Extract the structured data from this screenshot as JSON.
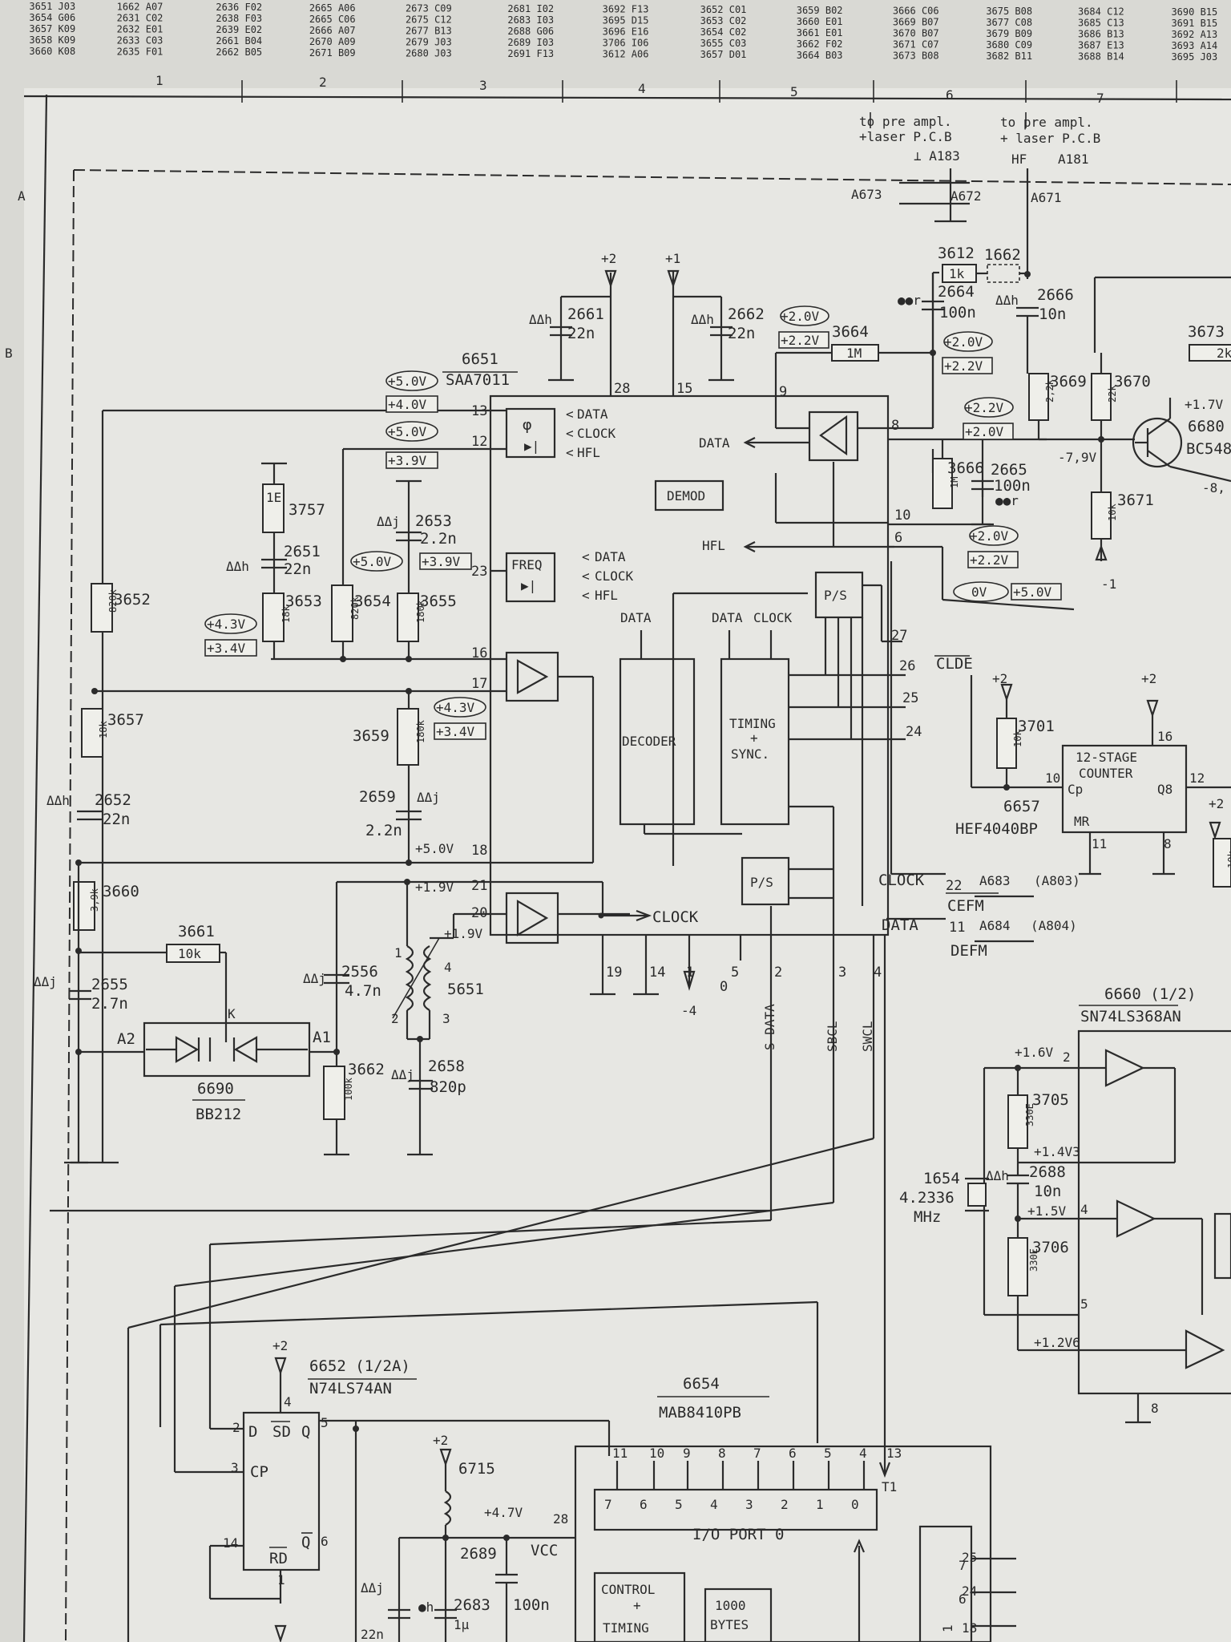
{
  "top_codes": [
    [
      "3651 J03",
      "3654 G06",
      "3657 K09",
      "3658 K09",
      "3660 K08"
    ],
    [
      "1662 A07",
      "2631 C02",
      "2632 E01",
      "2633 C03",
      "2635 F01"
    ],
    [
      "2636 F02",
      "2638 F03",
      "2639 E02",
      "2661 B04",
      "2662 B05"
    ],
    [
      "2665 A06",
      "2665 C06",
      "2666 A07",
      "2670 A09",
      "2671 B09"
    ],
    [
      "2673 C09",
      "2675 C12",
      "2677 B13",
      "2679 J03",
      "2680 J03"
    ],
    [
      "2681 I02",
      "2683 I03",
      "2688 G06",
      "2689 I03",
      "2691 F13"
    ],
    [
      "3692 F13",
      "3695 D15",
      "3696 E16",
      "3706 I06",
      "3612 A06"
    ],
    [
      "3652 C01",
      "3653 C02",
      "3654 C02",
      "3655 C03",
      "3657 D01"
    ],
    [
      "3659 B02",
      "3660 E01",
      "3661 E01",
      "3662 F02",
      "3664 B03"
    ],
    [
      "3666 C06",
      "3669 B07",
      "3670 B07",
      "3671 C07",
      "3673 B08"
    ],
    [
      "3675 B08",
      "3677 C08",
      "3679 B09",
      "3680 C09",
      "3682 B11"
    ],
    [
      "3684 C12",
      "3685 C13",
      "3686 B13",
      "3687 E13",
      "3688 B14"
    ],
    [
      "3690 B15",
      "3691 B15",
      "3692 A13",
      "3693 A14",
      "3695 J03"
    ]
  ],
  "grid": {
    "cols": [
      "1",
      "2",
      "3",
      "4",
      "5",
      "6",
      "7"
    ],
    "rows": [
      "A",
      "B"
    ]
  },
  "header": {
    "pre_amp_1": [
      "to pre ampl.",
      "+laser P.C.B"
    ],
    "pre_amp_2": [
      "to pre ampl.",
      "+ laser P.C.B"
    ],
    "a183": "⊥ A183",
    "hf": "HF",
    "a181": "A181",
    "a673": "A673",
    "a672": "A672",
    "a671": "A671"
  },
  "supply": {
    "p2": "+2",
    "p1": "+1",
    "m1": "-1",
    "m4": "-4"
  },
  "ic_main": {
    "ref": "6651",
    "type": "SAA7011",
    "demod": "DEMOD",
    "freq": "FREQ",
    "decoder": "DECODER",
    "timing": [
      "TIMING",
      "+",
      "SYNC."
    ],
    "ps": "P/S",
    "phi": "φ",
    "data": "DATA",
    "clock": "CLOCK",
    "hfl": "HFL",
    "pins": {
      "p28": "28",
      "p15": "15",
      "p9": "9",
      "p8": "8",
      "p10": "10",
      "p6": "6",
      "p13": "13",
      "p12": "12",
      "p23": "23",
      "p16": "16",
      "p17": "17",
      "p18": "18",
      "p21": "21",
      "p20": "20",
      "p27": "27",
      "p26": "26",
      "p25": "25",
      "p24": "24",
      "p22": "22",
      "p11": "11",
      "p19": "19",
      "p14": "14",
      "p1": "1",
      "p5": "5",
      "p2": "2",
      "p3": "3",
      "p4": "4",
      "p0": "0"
    },
    "out_clock": "CLOCK",
    "clde": "CLDE",
    "s_data": "S DATA",
    "sbcl": "SBCL",
    "swcl": "SWCL",
    "cefm": "CEFM",
    "defm": "DEFM",
    "in_clock": "CLOCK",
    "in_data": "DATA",
    "a683": "A683",
    "a803": "(A803)",
    "a684": "A684",
    "a804": "(A804)"
  },
  "volts": {
    "v50a": "+5.0V",
    "v40": "+4.0V",
    "v50b": "+5.0V",
    "v39a": "+3.9V",
    "v50c": "+5.0V",
    "v39b": "+3.9V",
    "v43a": "+4.3V",
    "v34a": "+3.4V",
    "v43b": "+4.3V",
    "v34b": "+3.4V",
    "v50d": "+5.0V",
    "v19a": "+1.9V",
    "v19b": "+1.9V",
    "v20a": "+2.0V",
    "v22a": "+2.2V",
    "v20b": "+2.0V",
    "v22b": "+2.2V",
    "v22c": "+2.2V",
    "v20c": "+2.0V",
    "v20d": "+2.0V",
    "v22d": "+2.2V",
    "v0": "0V",
    "v50e": "+5.0V",
    "v17": "+1.7V",
    "v79": "-7,9V",
    "v8": "-8,",
    "v16": "+1.6V",
    "v143": "+1.4V3",
    "v15": "+1.5V",
    "v126": "+1.2V6",
    "v47": "+4.7V"
  },
  "parts": {
    "r3652": {
      "ref": "3652",
      "val": "820k"
    },
    "r3657": {
      "ref": "3657",
      "val": "18k"
    },
    "r3660": {
      "ref": "3660",
      "val": "3,9k"
    },
    "r3661": {
      "ref": "3661",
      "val": "10k"
    },
    "r3757": {
      "ref": "3757",
      "val": "1E"
    },
    "r3653": {
      "ref": "3653",
      "val": "18k"
    },
    "r3654": {
      "ref": "3654",
      "val": "820k"
    },
    "r3655": {
      "ref": "3655",
      "val": "180k"
    },
    "r3659": {
      "ref": "3659",
      "val": "180k"
    },
    "r3662": {
      "ref": "3662",
      "val": "100k"
    },
    "r3612": {
      "ref": "3612",
      "val": "1k"
    },
    "r3664": {
      "ref": "3664",
      "val": "1M"
    },
    "r3669": {
      "ref": "3669",
      "val": "2,2k"
    },
    "r3670": {
      "ref": "3670",
      "val": "22k"
    },
    "r3671": {
      "ref": "3671",
      "val": "10k"
    },
    "r3666": {
      "ref": "3666",
      "val": "1M"
    },
    "r3673": {
      "ref": "3673",
      "val": "2k"
    },
    "r3701": {
      "ref": "3701",
      "val": "10k"
    },
    "r3705": {
      "ref": "3705",
      "val": "330E"
    },
    "r3706": {
      "ref": "3706",
      "val": "330E"
    },
    "r_right": {
      "val": "10k"
    },
    "c2661": {
      "ref": "2661",
      "val": "22n",
      "mark": "ΔΔh"
    },
    "c2662": {
      "ref": "2662",
      "val": "22n",
      "mark": "ΔΔh"
    },
    "c2651": {
      "ref": "2651",
      "val": "22n",
      "mark": "ΔΔh"
    },
    "c2653": {
      "ref": "2653",
      "val": "2.2n",
      "mark": "ΔΔj"
    },
    "c2652": {
      "ref": "2652",
      "val": "22n",
      "mark": "ΔΔh"
    },
    "c2659": {
      "ref": "2659",
      "val": "2.2n",
      "mark": "ΔΔj"
    },
    "c2655": {
      "ref": "2655",
      "val": "2.7n",
      "mark": "ΔΔj"
    },
    "c2556": {
      "ref": "2556",
      "val": "4.7n",
      "mark": "ΔΔj"
    },
    "c2658": {
      "ref": "2658",
      "val": "820p",
      "mark": "ΔΔj"
    },
    "c2664": {
      "ref": "2664",
      "val": "100n",
      "mark": "●●r"
    },
    "c2666": {
      "ref": "2666",
      "val": "10n",
      "mark": "ΔΔh"
    },
    "c2665": {
      "ref": "2665",
      "val": "100n",
      "mark": "●●r"
    },
    "c2688": {
      "ref": "2688",
      "val": "10n",
      "mark": "ΔΔh"
    },
    "c2689": {
      "ref": "2689",
      "val": "100n"
    },
    "c2683": {
      "ref": "2683",
      "val": "1μ",
      "mark": "●h"
    },
    "c_bl": {
      "val": "22n",
      "mark": "ΔΔj"
    },
    "l1662": {
      "ref": "1662"
    },
    "l5651": {
      "ref": "5651"
    },
    "l6715": {
      "ref": "6715"
    },
    "q6680": {
      "ref": "6680",
      "type": "BC548"
    },
    "d6690": {
      "ref": "6690",
      "type": "BB212",
      "a2": "A2",
      "a1": "A1",
      "k": "K"
    },
    "x1654": {
      "ref": "1654",
      "val": "4.2336",
      "unit": "MHz"
    }
  },
  "ic_counter": {
    "ref": "6657",
    "type": "HEF4040BP",
    "name": [
      "12-STAGE",
      "COUNTER"
    ],
    "cp": "Cp",
    "q8": "Q8",
    "mr": "MR",
    "p16": "16",
    "p10": "10",
    "p11": "11",
    "p8": "8",
    "p12": "12"
  },
  "ic_ff": {
    "ref": "6652 (1/2A)",
    "type": "N74LS74AN",
    "d": "D",
    "sd": "SD",
    "q": "Q",
    "cp": "CP",
    "rd": "RD",
    "qn": "Q",
    "p2": "2",
    "p4": "4",
    "p5": "5",
    "p3": "3",
    "p14": "14",
    "p6": "6",
    "p1": "1"
  },
  "ic_mcu": {
    "ref": "6654",
    "type": "MAB8410PB",
    "port": "I/O PORT 0",
    "vcc": "VCC",
    "control": [
      "CONTROL",
      "+",
      "TIMING"
    ],
    "mem": [
      "1000",
      "BYTES"
    ],
    "t1": "T1",
    "p28": "28",
    "pins_top": [
      "11",
      "10",
      "9",
      "8",
      "7",
      "6",
      "5",
      "4",
      "13"
    ],
    "bits": [
      "7",
      "6",
      "5",
      "4",
      "3",
      "2",
      "1",
      "0"
    ],
    "right": [
      "25",
      "24",
      "18"
    ],
    "rbits": [
      "7",
      "6",
      "1"
    ]
  },
  "ic_buf": {
    "ref": "6660 (1/2)",
    "type": "SN74LS368AN",
    "p2": "2",
    "p4": "4",
    "p5": "5",
    "p8": "8"
  }
}
